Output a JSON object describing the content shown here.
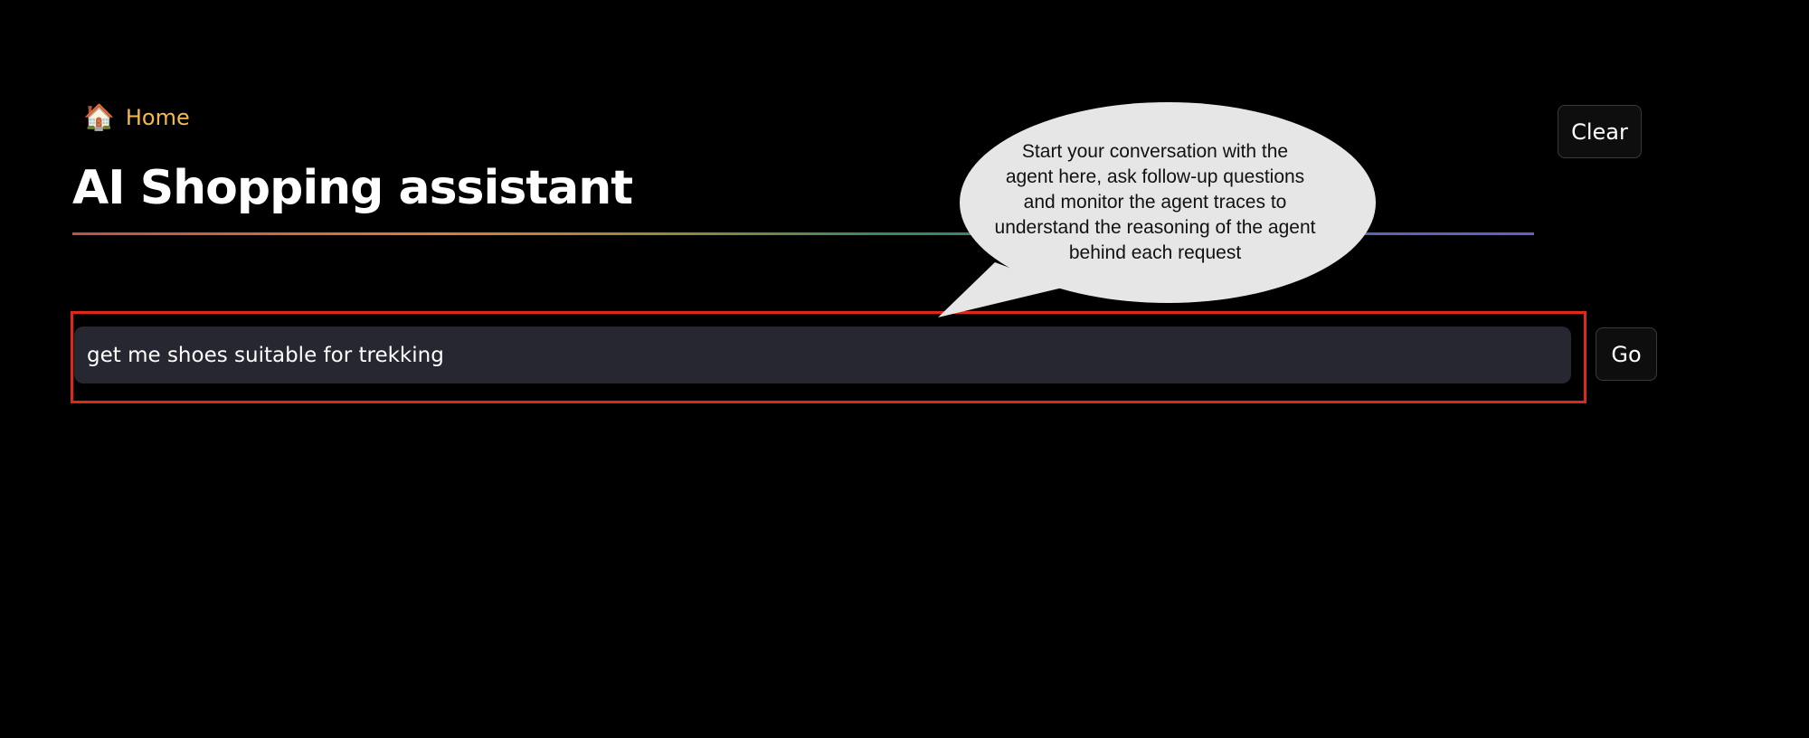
{
  "nav": {
    "home_icon": "house-icon",
    "home_glyph": "🏠",
    "home_label": "Home"
  },
  "header": {
    "title": "AI Shopping assistant"
  },
  "buttons": {
    "clear_label": "Clear",
    "go_label": "Go"
  },
  "query_input": {
    "value": "get me shoes suitable for trekking"
  },
  "callout": {
    "lines": [
      "Start your conversation with the",
      "agent here, ask follow-up questions",
      "and monitor the agent traces to",
      "understand the reasoning of the agent",
      "behind each request"
    ]
  },
  "colors": {
    "accent": "#f5b94b",
    "highlight": "#e0281a",
    "input_bg": "#272731"
  }
}
